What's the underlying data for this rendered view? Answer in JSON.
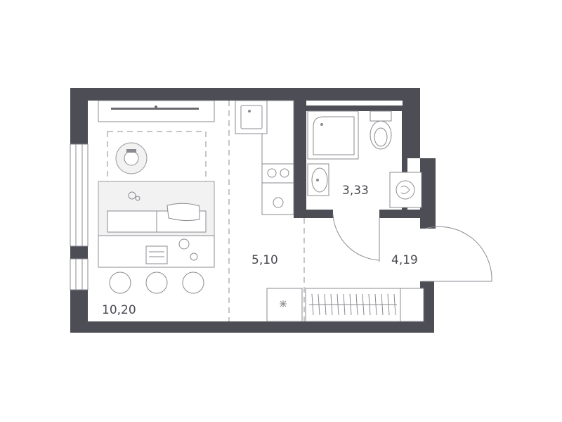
{
  "floor_plan": {
    "rooms": [
      {
        "id": "living-room",
        "area_label": "10,20"
      },
      {
        "id": "kitchen-hall",
        "area_label": "5,10"
      },
      {
        "id": "bathroom",
        "area_label": "3,33"
      },
      {
        "id": "entry-hall",
        "area_label": "4,19"
      }
    ]
  },
  "colors": {
    "wall": "#4c4d55",
    "line": "#8a8b90",
    "label": "#4a4a52",
    "background": "#ffffff"
  },
  "icons": [
    "tv-icon",
    "robot-vacuum-icon",
    "sofa-icon",
    "desk-icon",
    "stool-icon",
    "sink-icon",
    "stove-icon",
    "shower-icon",
    "toilet-icon",
    "washing-machine-icon",
    "washbasin-icon",
    "door-swing-icon",
    "wardrobe-icon"
  ]
}
